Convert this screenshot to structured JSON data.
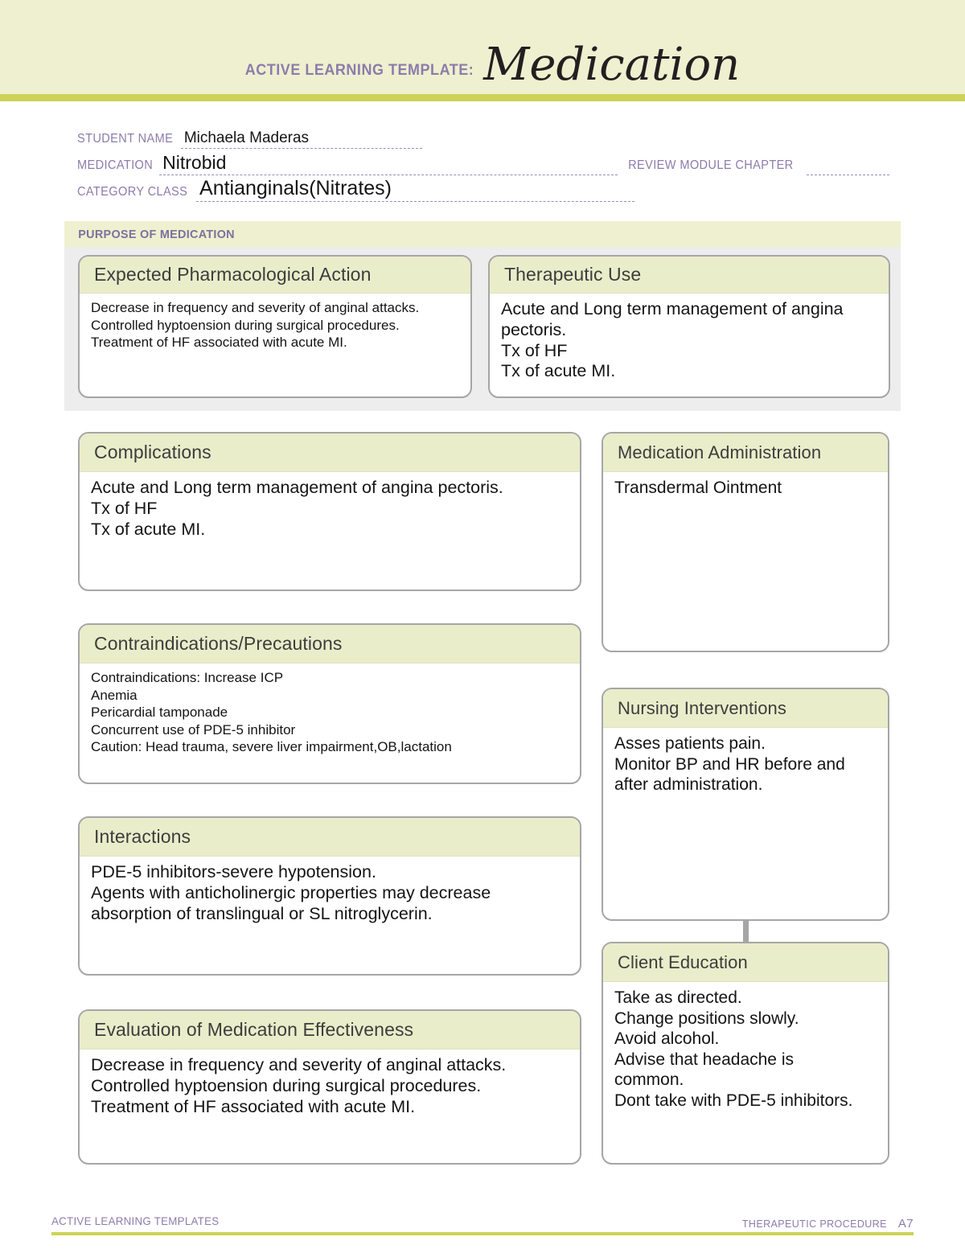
{
  "header": {
    "label": "ACTIVE LEARNING TEMPLATE:",
    "title": "Medication",
    "band_color": "#eef0cf",
    "rule_color": "#ccd356",
    "label_color": "#8c7cab"
  },
  "form": {
    "student_name_label": "STUDENT NAME",
    "student_name_value": "Michaela Maderas",
    "medication_label": "MEDICATION",
    "medication_value": "Nitrobid",
    "review_module_label": "REVIEW MODULE CHAPTER",
    "review_module_value": "",
    "category_class_label": "CATEGORY CLASS",
    "category_class_value": "Antianginals(Nitrates)"
  },
  "purpose_section": {
    "band_title": "PURPOSE OF MEDICATION",
    "expected_pharmacological_action": {
      "title": "Expected Pharmacological Action",
      "body": "Decrease in frequency and severity of anginal attacks.\nControlled hyptoension during surgical procedures.\nTreatment of HF associated with acute MI."
    },
    "therapeutic_use": {
      "title": "Therapeutic Use",
      "body": "Acute and Long term management of angina\npectoris.\nTx of HF\nTx of acute MI."
    }
  },
  "left_column": {
    "complications": {
      "title": "Complications",
      "body": "Acute and Long term management of angina pectoris.\nTx of HF\nTx of acute MI."
    },
    "contraindications": {
      "title": "Contraindications/Precautions",
      "body": "Contraindications: Increase ICP\nAnemia\nPericardial tamponade\nConcurrent use of PDE-5 inhibitor\nCaution: Head trauma, severe liver impairment,OB,lactation"
    },
    "interactions": {
      "title": "Interactions",
      "body": "PDE-5 inhibitors-severe hypotension.\nAgents with anticholinergic properties may decrease\nabsorption of translingual or SL nitroglycerin."
    },
    "evaluation": {
      "title": "Evaluation of Medication Effectiveness",
      "body": "Decrease in frequency and severity of anginal attacks.\nControlled hyptoension during surgical procedures.\nTreatment of HF associated with acute MI."
    }
  },
  "right_column": {
    "medication_administration": {
      "title": "Medication Administration",
      "body": "Transdermal Ointment"
    },
    "nursing_interventions": {
      "title": "Nursing Interventions",
      "body": "Asses patients pain.\nMonitor BP and HR before and\nafter administration."
    },
    "client_education": {
      "title": "Client Education",
      "body": "Take as directed.\nChange positions slowly.\nAvoid alcohol.\nAdvise that headache is\ncommon.\nDont take with PDE-5 inhibitors."
    }
  },
  "footer": {
    "left": "ACTIVE LEARNING TEMPLATES",
    "right": "THERAPEUTIC PROCEDURE",
    "page": "A7"
  }
}
